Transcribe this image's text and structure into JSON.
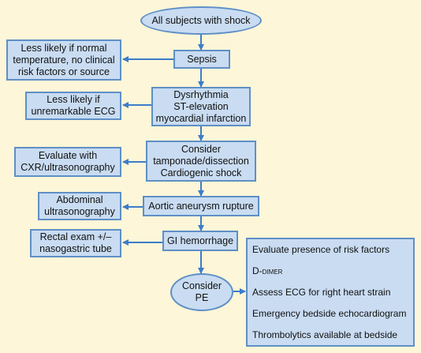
{
  "nodes": {
    "start": "All subjects with shock",
    "sepsis": "Sepsis",
    "dysrhythmia": "Dysrhythmia\nST-elevation\nmyocardial infarction",
    "tamponade": "Consider\ntamponade/dissection\nCardiogenic shock",
    "aortic": "Aortic aneurysm rupture",
    "gi": "GI hemorrhage",
    "pe": "Consider\nPE"
  },
  "side_notes": {
    "sepsis": "Less likely if normal\ntemperature, no clinical\nrisk factors or source",
    "dysrhythmia": "Less likely if\nunremarkable ECG",
    "tamponade": "Evaluate with\nCXR/ultrasonography",
    "aortic": "Abdominal\nultrasonography",
    "gi": "Rectal exam +/–\nnasogastric tube"
  },
  "pe_workup": [
    "Evaluate presence of risk factors",
    "D-dimer",
    "Assess ECG for right heart strain",
    "Emergency bedside echocardiogram",
    "Thrombolytics available at bedside"
  ],
  "colors": {
    "fill": "#c9dcf2",
    "border": "#5f8fc6",
    "arrow": "#3d7cc9",
    "background": "#fdf6d8"
  }
}
